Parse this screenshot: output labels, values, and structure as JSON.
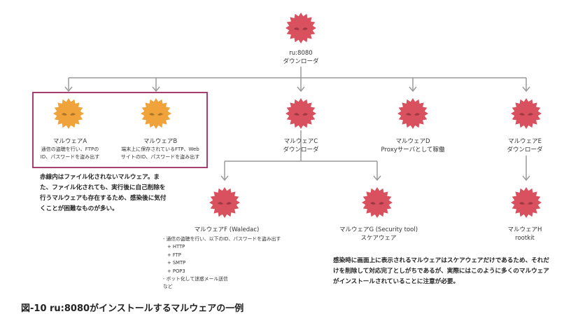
{
  "colors": {
    "red": "#d9505e",
    "orange": "#f0a33a",
    "frame": "#9c2a63",
    "arrow": "#9a9a9a"
  },
  "nodes": {
    "root": {
      "line1": "ru:8080",
      "line2": "ダウンローダ"
    },
    "a": {
      "title": "マルウェアA",
      "desc1": "通信の盗聴を行い、FTPの",
      "desc2": "ID、パスワードを盗み出す"
    },
    "b": {
      "title": "マルウェアB",
      "desc1": "端末上に保存されているFTP、Web",
      "desc2": "サイトのID、パスワードを盗み出す"
    },
    "c": {
      "title": "マルウェアC",
      "desc": "ダウンローダ"
    },
    "d": {
      "title": "マルウェアD",
      "desc": "Proxyサーバとして稼働"
    },
    "e": {
      "title": "マルウェアE",
      "desc": "ダウンローダ"
    },
    "f": {
      "title": "マルウェアF (Waledac)"
    },
    "g": {
      "title": "マルウェアG (Security tool)",
      "desc": "スケアウェア"
    },
    "h": {
      "title": "マルウェアH",
      "desc": "rootkit"
    }
  },
  "f_details": [
    "- 通信の盗聴を行い、以下のID、パスワードを盗み出す",
    "  + HTTP",
    "  + FTP",
    "  + SMTP",
    "  + POP3",
    "- ボット化して迷惑メール送信",
    "など"
  ],
  "note_left": "赤線内はファイル化されないマルウェア。また、ファイル化されても、実行後に自己削除を行うマルウェアも存在するため、感染後に気付くことが困難なものが多い。",
  "note_right": "感染時に画面上に表示されるマルウェアはスケアウェアだけであるため、それだけを削除して対応完了としがちであるが、実際にはこのように多くのマルウェアがインストールされていることに注意が必要。",
  "caption": "図-10 ru:8080がインストールするマルウェアの一例"
}
